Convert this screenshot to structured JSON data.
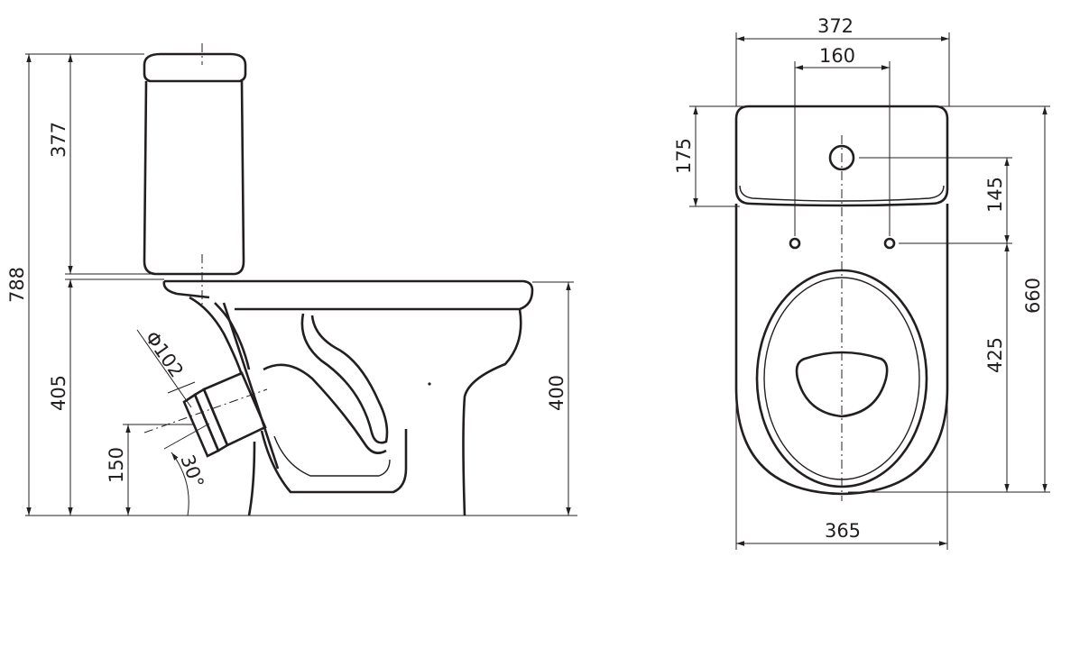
{
  "side_view": {
    "total_height": "788",
    "tank_height": "377",
    "bowl_height": "405",
    "rim_height": "400",
    "outlet_height": "150",
    "outlet_diameter": "Φ102",
    "outlet_angle": "30°"
  },
  "top_view": {
    "tank_width": "372",
    "bolt_spacing": "160",
    "tank_depth": "175",
    "bolt_offset": "145",
    "bowl_length": "425",
    "total_length": "660",
    "bowl_width": "365"
  }
}
